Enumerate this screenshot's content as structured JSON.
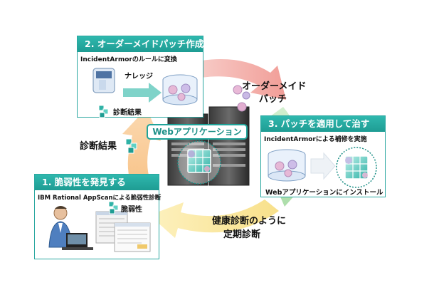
{
  "center": {
    "label": "Webアプリケーション"
  },
  "step1": {
    "title": "1. 脆弱性を発見する",
    "tool": "IBM Rational AppScanによる脆弱性診断",
    "item": "脆弱性"
  },
  "step2": {
    "title": "2. オーダーメイドパッチ作成",
    "sub": "IncidentArmorのルールに変換",
    "knowledge": "ナレッジ",
    "result": "診断結果"
  },
  "step3": {
    "title": "3. パッチを適用して治す",
    "sub": "IncidentArmorによる補修を実施",
    "install": "Webアプリケーションにインストール"
  },
  "cycle_labels": {
    "diagnosis_result": "診断結果",
    "ordermade_line1": "オーダーメイド",
    "ordermade_line2": "パッチ",
    "health_line1": "健康診断のように",
    "health_line2": "定期診断"
  },
  "colors": {
    "teal": "#2aa7a0",
    "red_arrow": "#f5b7b3",
    "green_arrow": "#b9e3b8",
    "yellow_arrow": "#fbe9a3",
    "orange_arrow": "#f9cf9e"
  }
}
